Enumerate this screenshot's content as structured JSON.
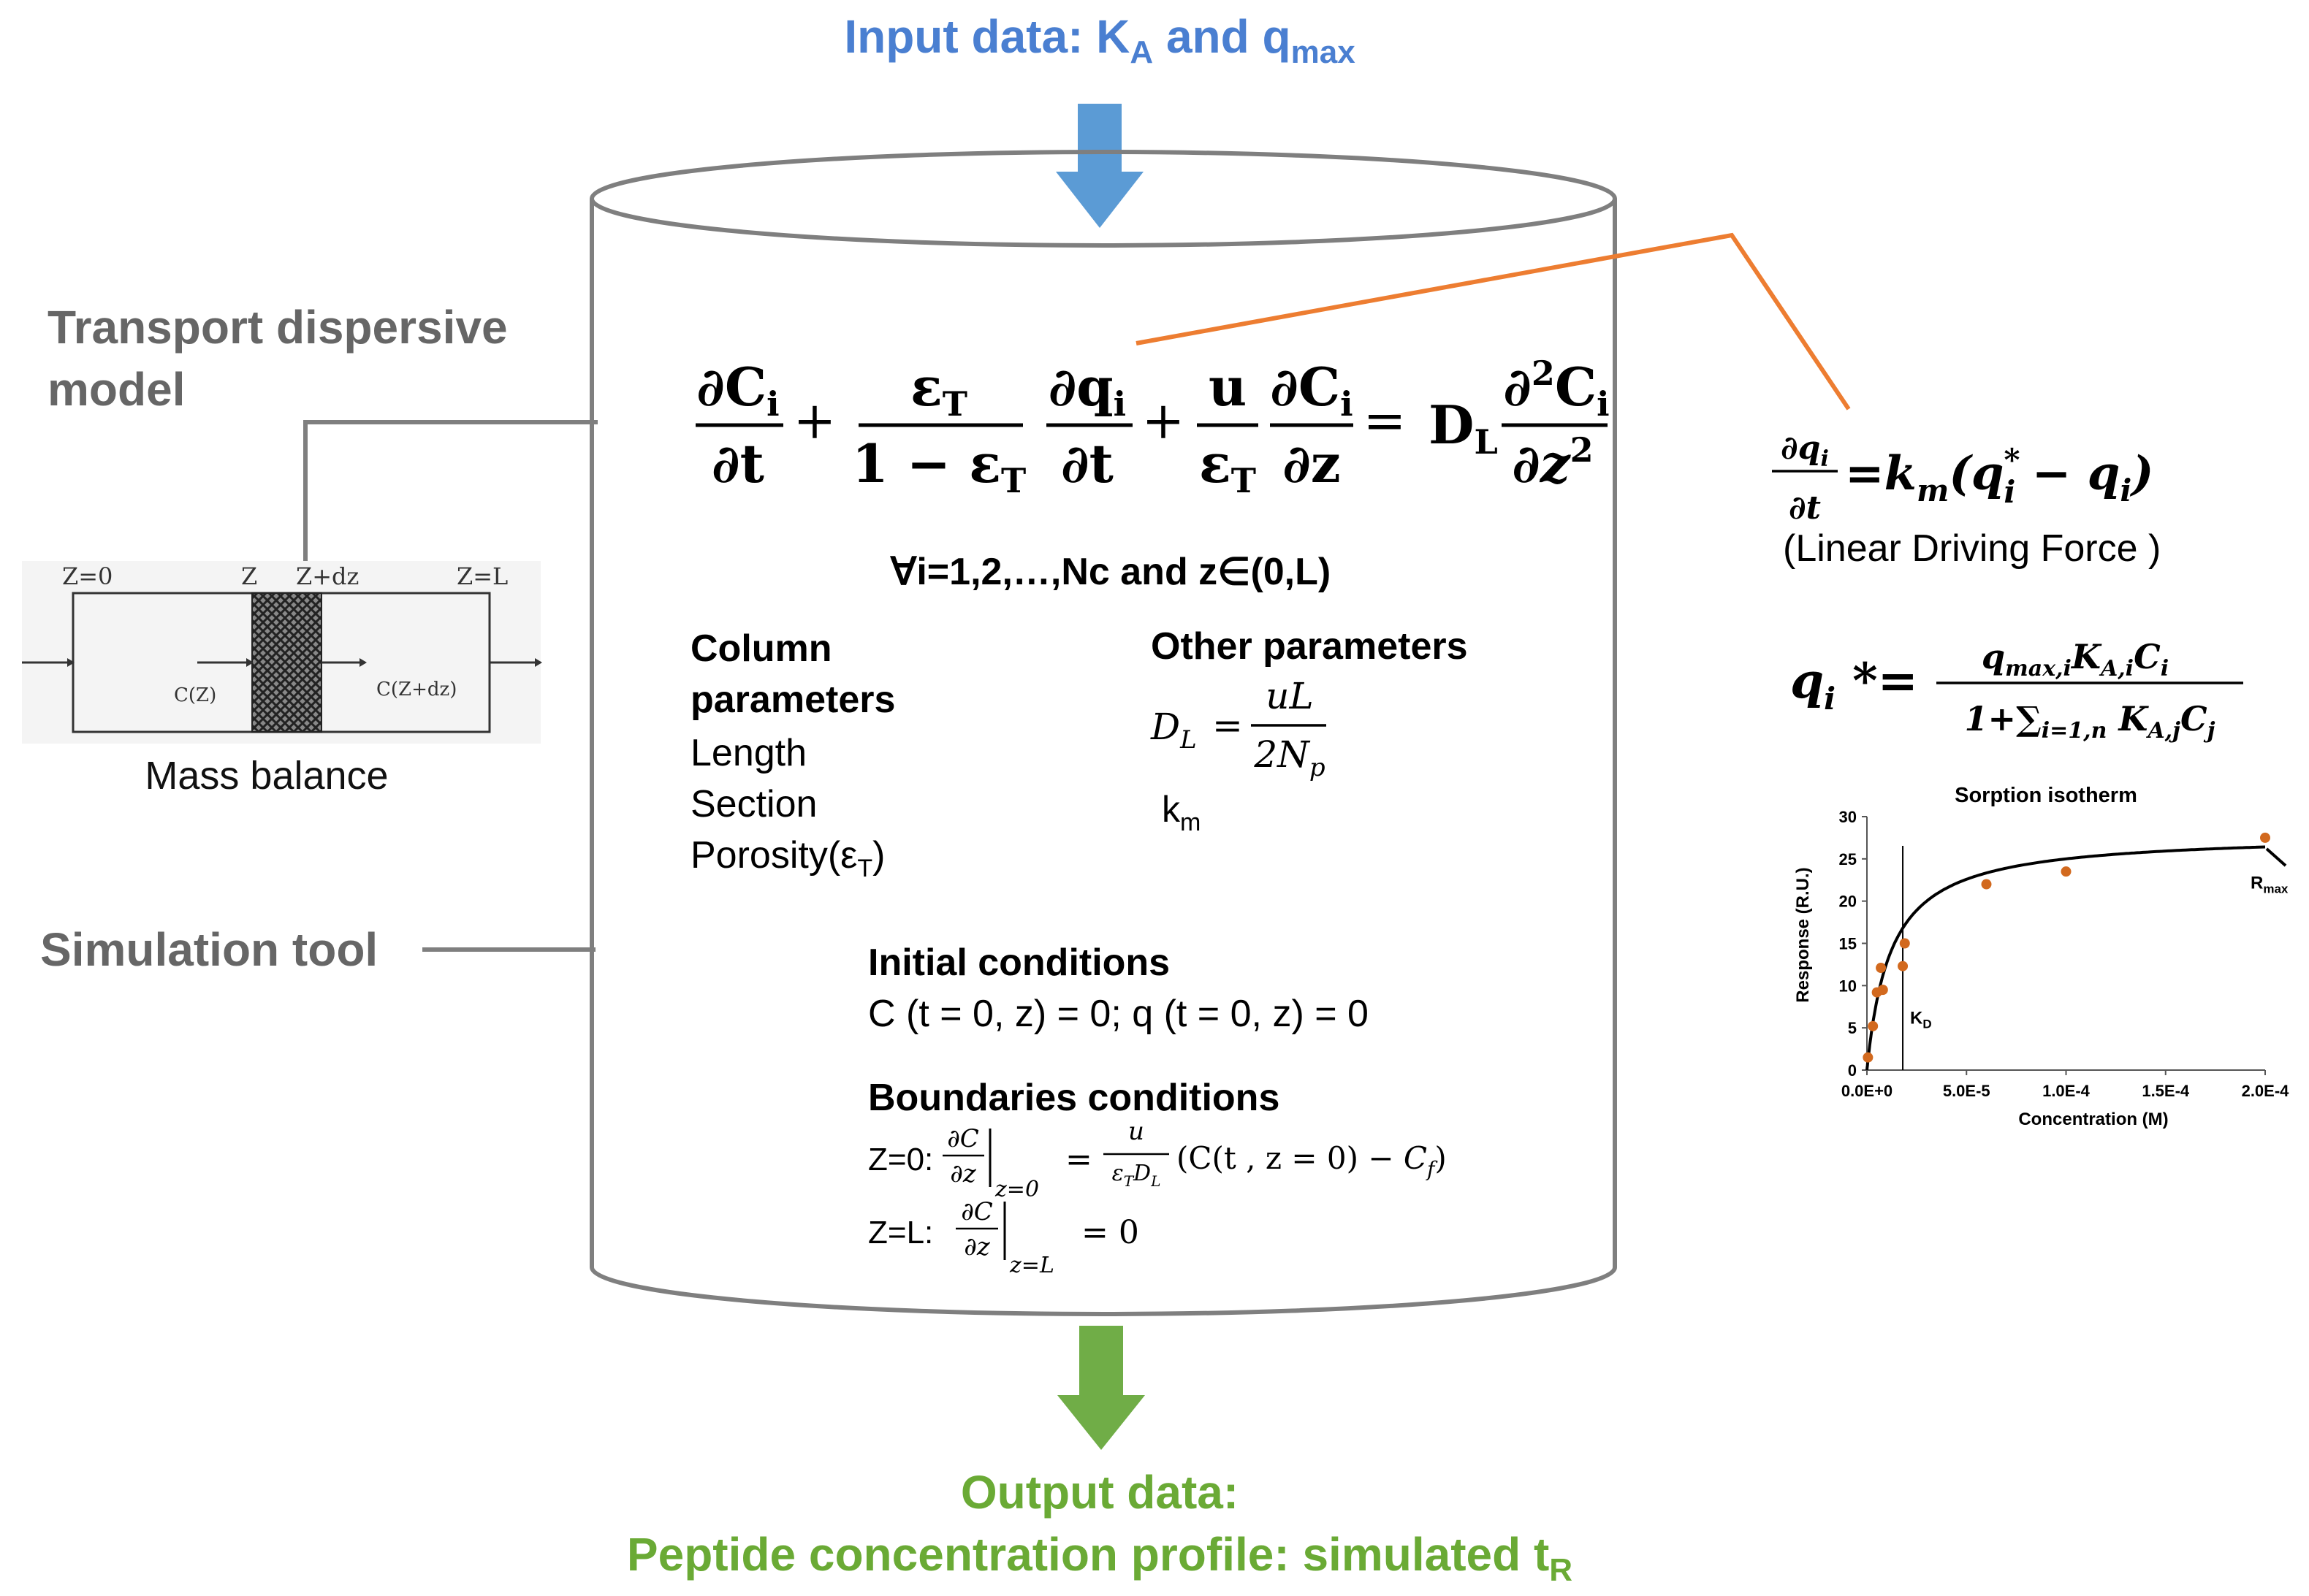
{
  "input": {
    "prefix": "Input data: K",
    "sub_A": "A",
    "and": " and q",
    "sub_max": "max"
  },
  "output": {
    "line1": "Output data:",
    "line2": "Peptide concentration profile: simulated t",
    "sub_R": "R"
  },
  "left": {
    "tdm_line1": "Transport dispersive",
    "tdm_line2": "model",
    "mass_balance": "Mass balance",
    "simulation_tool": "Simulation tool",
    "mb_z0": "Z=0",
    "mb_z": "Z",
    "mb_zdz": "Z+dz",
    "mb_zl": "Z=L",
    "mb_cz": "C(Z)",
    "mb_czdz": "C(Z+dz)"
  },
  "main_eq": {
    "dCi": "∂C",
    "i": "i",
    "dt": "∂t",
    "plus": "+",
    "epsT": "ε",
    "T": "T",
    "one_minus": "1 − ε",
    "dqi": "∂q",
    "u": "u",
    "dz": "∂z",
    "eq": "=",
    "D": "D",
    "L": "L",
    "d2": "∂",
    "sq": "2",
    "C": "C",
    "dz2": "∂z",
    "domain": "∀i=1,2,…,Nc and z∈(0,L)"
  },
  "column_params": {
    "heading1": "Column",
    "heading2": "parameters",
    "length": "Length",
    "section": "Section",
    "porosity": "Porosity(ε",
    "porosity_sub": "T",
    "close": ")"
  },
  "other_params": {
    "heading": "Other  parameters",
    "DL": "D",
    "DL_sub": "L",
    "eq": "=",
    "uL": "uL",
    "den": "2N",
    "den_sub": "p",
    "km": "k",
    "km_sub": "m"
  },
  "initial": {
    "heading": "Initial conditions",
    "text": "C (t = 0, z) = 0; q (t = 0, z) = 0"
  },
  "boundary": {
    "heading": "Boundaries conditions",
    "z0_label": "Z=0:",
    "dC": "∂C",
    "dz": "∂z",
    "at0": "z=0",
    "eq": "=",
    "u": "u",
    "eps": "ε",
    "T": "T",
    "D": "D",
    "L": "L",
    "rhs": "(C(t , z = 0) − ",
    "Cf": "C",
    "f": "f",
    "close": ")",
    "zl_label": "Z=L:",
    "atL": "z=L",
    "zero": "= 0"
  },
  "ldf": {
    "dq": "∂q",
    "i": "i",
    "dt": "∂t",
    "rhs_a": "=k",
    "m": "m",
    "paren": "(q",
    "star": "*",
    "minus": " − q",
    "close": ")",
    "caption": "(Linear Driving Force )"
  },
  "langmuir": {
    "q": "q",
    "i": "i",
    "star_eq": " *=",
    "num": "q",
    "num_sub": "max,i",
    "K": "K",
    "K_sub": "A,i",
    "C": "C",
    "C_sub": "i",
    "den_a": "1+∑",
    "den_sub": "i=1,n",
    "den_K": " K",
    "den_K_sub": "A,j",
    "den_C": "C",
    "den_C_sub": "j"
  },
  "chart_data": {
    "type": "scatter",
    "title": "Sorption isotherm",
    "xlabel": "Concentration (M)",
    "ylabel": "Response (R.U.)",
    "xlim": [
      0,
      0.0002
    ],
    "ylim": [
      0,
      30
    ],
    "x_ticks": [
      0,
      5e-05,
      0.0001,
      0.00015,
      0.0002
    ],
    "x_tick_labels": [
      "0.0E+0",
      "5.0E-5",
      "1.0E-4",
      "1.5E-4",
      "2.0E-4"
    ],
    "y_ticks": [
      0,
      5,
      10,
      15,
      20,
      25,
      30
    ],
    "y_tick_labels": [
      "0",
      "5",
      "10",
      "15",
      "20",
      "25",
      "30"
    ],
    "grid": false,
    "series": [
      {
        "points": [
          [
            5e-07,
            1.5
          ],
          [
            3e-06,
            5.2
          ],
          [
            5e-06,
            9.2
          ],
          [
            7e-06,
            12.1
          ],
          [
            8e-06,
            9.5
          ],
          [
            1.8e-05,
            12.3
          ],
          [
            1.9e-05,
            15
          ],
          [
            6e-05,
            22
          ],
          [
            0.0001,
            23.5
          ],
          [
            0.0002,
            27.5
          ]
        ]
      }
    ],
    "fit_curve": {
      "model": "langmuir",
      "rmax": 28,
      "kd": 1.2e-05
    },
    "kd_line_x": 1.8e-05,
    "annotations": {
      "kd": "K",
      "kd_sub": "D",
      "rmax": "R",
      "rmax_sub": "max"
    },
    "colors": {
      "points": "#d2691e",
      "curve": "#000000"
    }
  },
  "colors": {
    "input": "#4a7fd1",
    "output": "#6aaa35",
    "arrow_in": "#5b9bd5",
    "arrow_out": "#70ad47",
    "connector": "#ed7d31",
    "gray": "#7f7f7f",
    "title_gray": "#666666"
  }
}
